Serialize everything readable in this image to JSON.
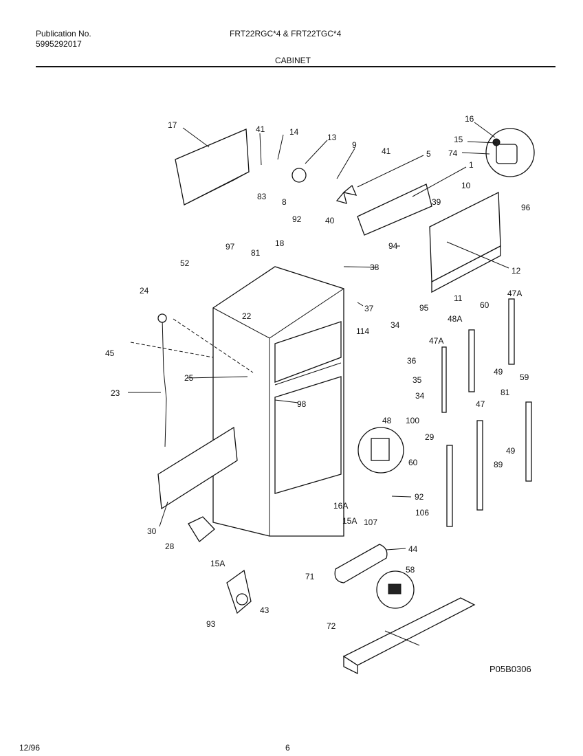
{
  "header": {
    "publication_label": "Publication No.",
    "publication_number": "5995292017",
    "models": "FRT22RGC*4 & FRT22TGC*4",
    "section": "CABINET"
  },
  "footer": {
    "date": "12/96",
    "page": "6"
  },
  "diagram": {
    "drawing_code": "P05B0306",
    "callouts": [
      "17",
      "41",
      "14",
      "13",
      "9",
      "41",
      "5",
      "16",
      "15",
      "74",
      "83",
      "8",
      "1",
      "10",
      "39",
      "96",
      "92",
      "40",
      "94",
      "12",
      "97",
      "81",
      "18",
      "52",
      "38",
      "95",
      "11",
      "24",
      "22",
      "37",
      "60",
      "47A",
      "34",
      "48A",
      "114",
      "47A",
      "45",
      "36",
      "49",
      "25",
      "35",
      "23",
      "98",
      "34",
      "81",
      "59",
      "47",
      "48",
      "100",
      "29",
      "60",
      "49",
      "89",
      "30",
      "92",
      "106",
      "16A",
      "15A",
      "107",
      "44",
      "28",
      "15A",
      "71",
      "58",
      "43",
      "93",
      "72"
    ]
  }
}
